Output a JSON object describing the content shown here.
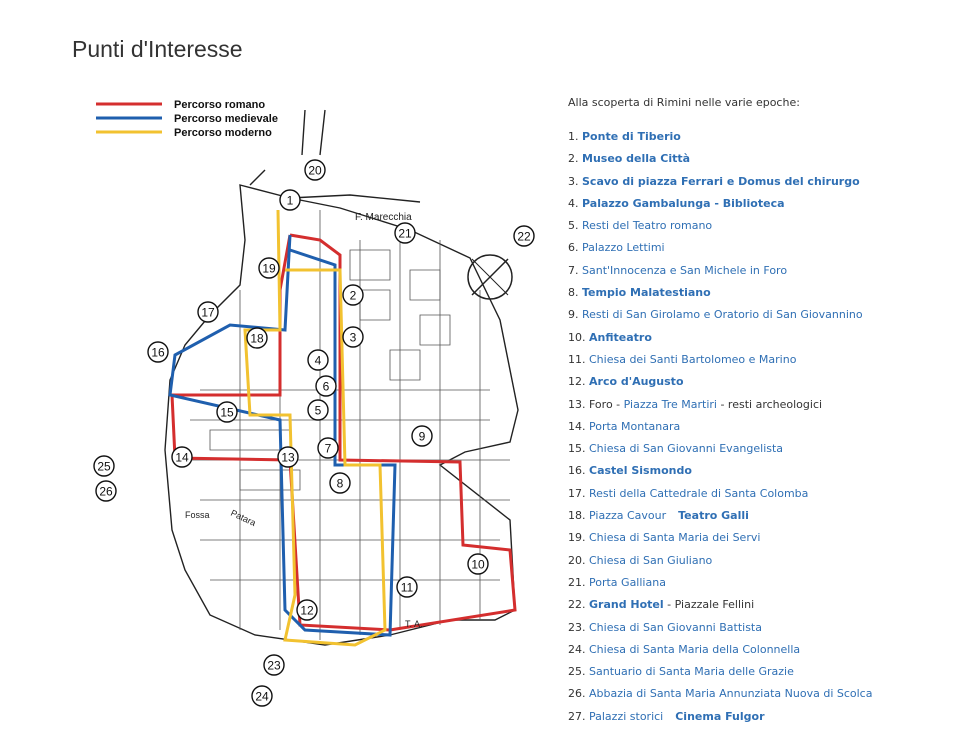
{
  "page": {
    "title": "Punti d'Interesse"
  },
  "legend": [
    {
      "label": "Percorso romano",
      "color": "#d42e2e"
    },
    {
      "label": "Percorso medievale",
      "color": "#1f5fae"
    },
    {
      "label": "Percorso moderno",
      "color": "#f2c230"
    }
  ],
  "map_labels": {
    "river": "F. Marecchia",
    "fossa": "Fossa",
    "patara": "Patara",
    "mare": "T. A."
  },
  "markers": [
    "1",
    "2",
    "3",
    "4",
    "5",
    "6",
    "7",
    "8",
    "9",
    "10",
    "11",
    "12",
    "13",
    "14",
    "15",
    "16",
    "17",
    "18",
    "19",
    "20",
    "21",
    "22",
    "23",
    "24",
    "25",
    "26"
  ],
  "poi": {
    "intro": "Alla scoperta di Rimini nelle varie epoche:",
    "items": [
      {
        "num": "1.",
        "parts": [
          {
            "text": "Ponte di Tiberio",
            "link": true,
            "bold": true
          }
        ]
      },
      {
        "num": "2.",
        "parts": [
          {
            "text": "Museo della Città",
            "link": true,
            "bold": true
          }
        ]
      },
      {
        "num": "3.",
        "parts": [
          {
            "text": "Scavo di piazza Ferrari e Domus del chirurgo",
            "link": true,
            "bold": true
          }
        ]
      },
      {
        "num": "4.",
        "parts": [
          {
            "text": "Palazzo Gambalunga - Biblioteca",
            "link": true,
            "bold": true
          }
        ]
      },
      {
        "num": "5.",
        "parts": [
          {
            "text": "Resti del Teatro romano",
            "link": true
          }
        ]
      },
      {
        "num": "6.",
        "parts": [
          {
            "text": "Palazzo Lettimi",
            "link": true
          }
        ]
      },
      {
        "num": "7.",
        "parts": [
          {
            "text": "Sant'Innocenza e San Michele in Foro",
            "link": true
          }
        ]
      },
      {
        "num": "8.",
        "parts": [
          {
            "text": "Tempio Malatestiano",
            "link": true,
            "bold": true
          }
        ]
      },
      {
        "num": "9.",
        "parts": [
          {
            "text": "Resti di San Girolamo e Oratorio di San Giovannino",
            "link": true
          }
        ]
      },
      {
        "num": "10.",
        "parts": [
          {
            "text": "Anfiteatro",
            "link": true,
            "bold": true
          }
        ]
      },
      {
        "num": "11.",
        "parts": [
          {
            "text": "Chiesa dei Santi Bartolomeo e Marino",
            "link": true
          }
        ]
      },
      {
        "num": "12.",
        "parts": [
          {
            "text": "Arco d'Augusto",
            "link": true,
            "bold": true
          }
        ]
      },
      {
        "num": "13.",
        "parts": [
          {
            "text": "Foro - "
          },
          {
            "text": "Piazza Tre Martiri",
            "link": true
          },
          {
            "text": " - resti archeologici"
          }
        ]
      },
      {
        "num": "14.",
        "parts": [
          {
            "text": "Porta Montanara",
            "link": true
          }
        ]
      },
      {
        "num": "15.",
        "parts": [
          {
            "text": "Chiesa di San Giovanni Evangelista",
            "link": true
          }
        ]
      },
      {
        "num": "16.",
        "parts": [
          {
            "text": "Castel Sismondo",
            "link": true,
            "bold": true
          }
        ]
      },
      {
        "num": "17.",
        "parts": [
          {
            "text": "Resti della Cattedrale di Santa Colomba",
            "link": true
          }
        ]
      },
      {
        "num": "18.",
        "parts": [
          {
            "text": "Piazza Cavour",
            "link": true
          },
          {
            "gap": true
          },
          {
            "text": "Teatro Galli",
            "link": true,
            "bold": true
          }
        ]
      },
      {
        "num": "19.",
        "parts": [
          {
            "text": "Chiesa di Santa Maria dei Servi",
            "link": true
          }
        ]
      },
      {
        "num": "20.",
        "parts": [
          {
            "text": "Chiesa di San Giuliano",
            "link": true
          }
        ]
      },
      {
        "num": "21.",
        "parts": [
          {
            "text": "Porta Galliana",
            "link": true
          }
        ]
      },
      {
        "num": "22.",
        "parts": [
          {
            "text": "Grand Hotel",
            "link": true,
            "bold": true
          },
          {
            "text": " - Piazzale Fellini"
          }
        ]
      },
      {
        "num": "23.",
        "parts": [
          {
            "text": "Chiesa di San Giovanni Battista",
            "link": true
          }
        ]
      },
      {
        "num": "24.",
        "parts": [
          {
            "text": "Chiesa di Santa Maria della Colonnella",
            "link": true
          }
        ]
      },
      {
        "num": "25.",
        "parts": [
          {
            "text": "Santuario di Santa Maria delle Grazie",
            "link": true
          }
        ]
      },
      {
        "num": "26.",
        "parts": [
          {
            "text": "Abbazia di Santa Maria Annunziata Nuova di Scolca",
            "link": true
          }
        ]
      },
      {
        "num": "27.",
        "parts": [
          {
            "text": "Palazzi storici",
            "link": true
          },
          {
            "gap": true
          },
          {
            "text": "Cinema Fulgor",
            "link": true,
            "bold": true
          }
        ]
      }
    ]
  }
}
